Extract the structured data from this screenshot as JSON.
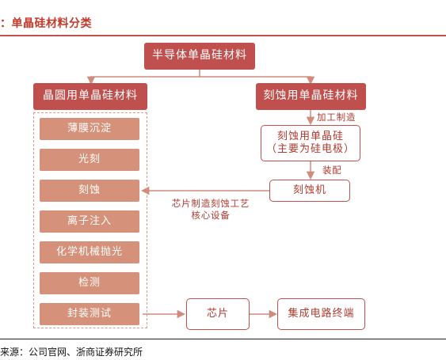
{
  "header": {
    "title": "：单晶硅材料分类",
    "source": "来源：公司官网、浙商证券研究所"
  },
  "diagram": {
    "root": "半导体单晶硅材料",
    "left_branch": "晶圆用单晶硅材料",
    "right_branch": "刻蚀用单晶硅材料",
    "steps": [
      "薄膜沉淀",
      "光刻",
      "刻蚀",
      "离子注入",
      "化学机械抛光",
      "检测",
      "封装测试"
    ],
    "etch_silicon": {
      "line1": "刻蚀用单晶硅",
      "line2": "（主要为硅电极）"
    },
    "etcher": "刻蚀机",
    "chip": "芯片",
    "ic": "集成电路终端",
    "labels": {
      "processing": "加工制造",
      "assembly": "装配",
      "core_line1": "芯片制造刻蚀工艺",
      "core_line2": "核心设备"
    }
  },
  "colors": {
    "title": "#c0392b",
    "primary": "#c0504d",
    "step_fill": "#d5917a",
    "label": "#b03a2e"
  }
}
